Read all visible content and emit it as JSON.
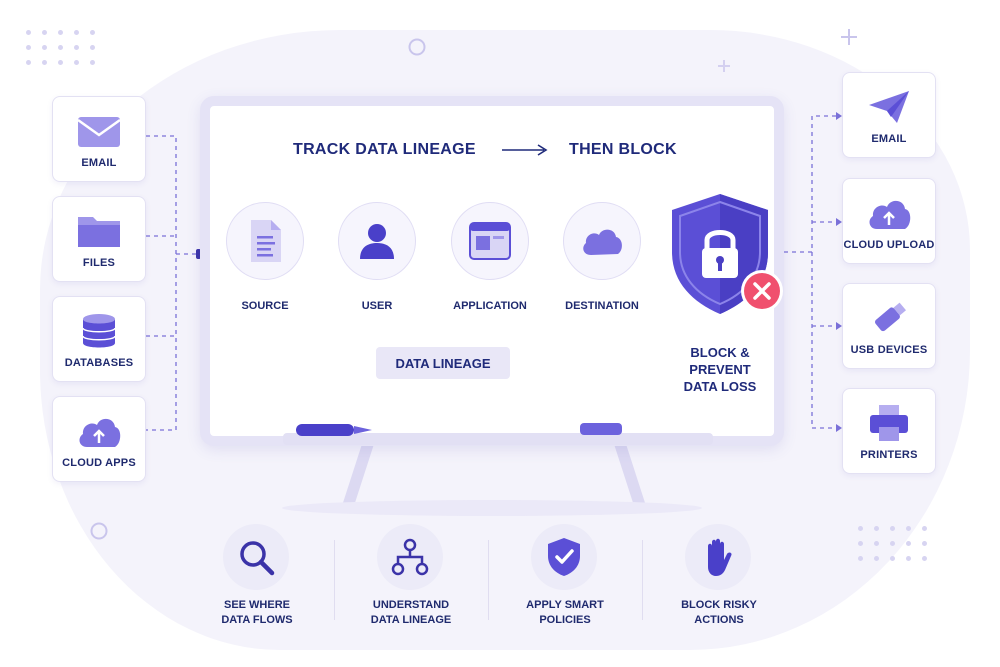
{
  "title": {
    "left": "TRACK DATA LINEAGE",
    "right": "THEN BLOCK"
  },
  "sources": [
    {
      "label": "EMAIL",
      "icon": "envelope-icon"
    },
    {
      "label": "FILES",
      "icon": "folder-icon"
    },
    {
      "label": "DATABASES",
      "icon": "database-icon"
    },
    {
      "label": "CLOUD APPS",
      "icon": "cloud-upload-icon"
    }
  ],
  "flow": [
    {
      "label": "SOURCE",
      "icon": "document-icon"
    },
    {
      "label": "USER",
      "icon": "user-icon"
    },
    {
      "label": "APPLICATION",
      "icon": "app-window-icon"
    },
    {
      "label": "DESTINATION",
      "icon": "cloud-icon"
    }
  ],
  "lineage_label": "DATA LINEAGE",
  "block_lines": [
    "BLOCK &",
    "PREVENT",
    "DATA LOSS"
  ],
  "destinations": [
    {
      "label": "EMAIL",
      "icon": "paper-plane-icon"
    },
    {
      "label": "CLOUD UPLOAD",
      "icon": "cloud-upload-icon"
    },
    {
      "label": "USB DEVICES",
      "icon": "usb-drive-icon"
    },
    {
      "label": "PRINTERS",
      "icon": "printer-icon"
    }
  ],
  "features": [
    {
      "line1": "SEE WHERE",
      "line2": "DATA FLOWS",
      "icon": "magnifier-icon"
    },
    {
      "line1": "UNDERSTAND",
      "line2": "DATA LINEAGE",
      "icon": "hierarchy-icon"
    },
    {
      "line1": "APPLY SMART",
      "line2": "POLICIES",
      "icon": "shield-check-icon"
    },
    {
      "line1": "BLOCK RISKY",
      "line2": "ACTIONS",
      "icon": "hand-stop-icon"
    }
  ],
  "colors": {
    "primary": "#5b4fd6",
    "dark_text": "#1f2a6e",
    "light": "#e9e7f7",
    "danger": "#f0506e"
  }
}
